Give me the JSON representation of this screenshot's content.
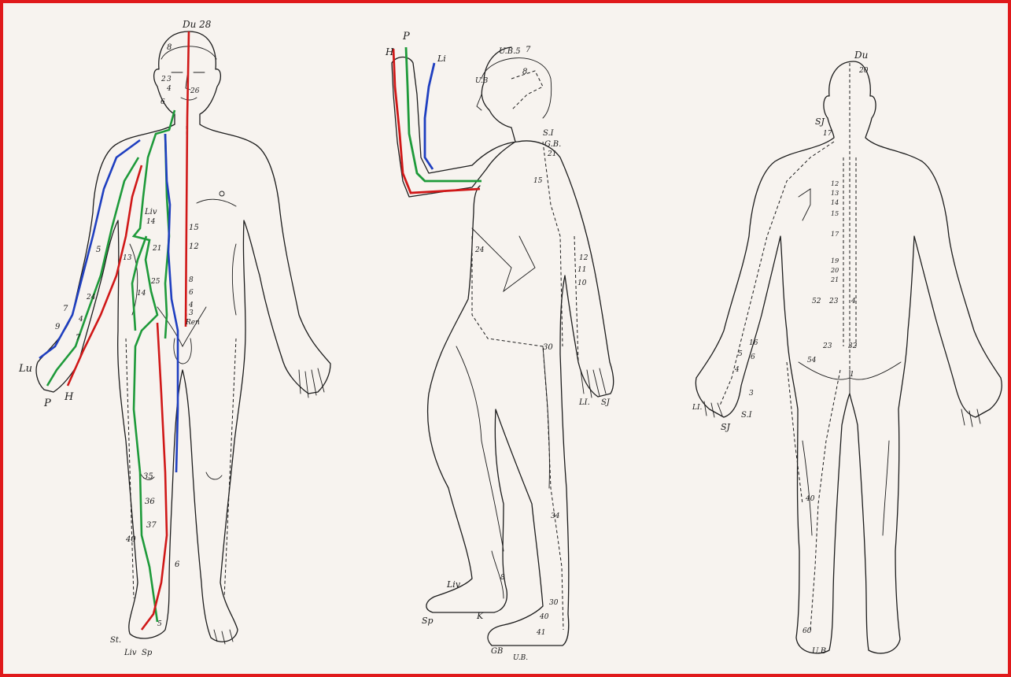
{
  "colors": {
    "border": "#e0191b",
    "paper": "#f7f3ef",
    "ink": "#1c1c1c",
    "meridian_red": "#d01818",
    "meridian_green": "#1e9a3a",
    "meridian_blue": "#1f3fc0"
  },
  "front_figure": {
    "labels": {
      "du_top": "Du 28",
      "face_8": "8",
      "face_2": "2",
      "face_3": "3",
      "face_4": "4",
      "face_6": "6",
      "face_26": "26",
      "liv": "Liv",
      "liv_14": "14",
      "lu_label": "Lu",
      "p_label": "P",
      "h_label": "H",
      "n_5": "5",
      "n_7a": "7",
      "n_9": "9",
      "n_7b": "7",
      "n_24": "24",
      "n_4": "4",
      "n_13": "13",
      "n_21": "21",
      "n_25": "25",
      "n_14b": "14",
      "ren_15": "15",
      "ren_12": "12",
      "ren_8": "8",
      "ren_6": "6",
      "ren_4": "4",
      "ren_3": "3",
      "ren": "Ren",
      "n_35": "35",
      "n_36": "36",
      "n_37": "37",
      "n_40": "40",
      "n_6": "6",
      "n_5b": "5",
      "st": "St.",
      "liv_foot": "Liv",
      "sp_foot": "Sp"
    }
  },
  "side_figure": {
    "labels": {
      "p_hand": "P",
      "h_hand": "H",
      "li_hand": "Li",
      "ub5": "U.B.5",
      "n7": "7",
      "ub_ear": "U.B",
      "n8": "8",
      "si": "S.I",
      "gb": "G.B.",
      "n21": "21",
      "n15": "15",
      "n24": "24",
      "n12": "12",
      "n11": "11",
      "n10": "10",
      "n30": "30",
      "n34": "34",
      "n8b": "8",
      "liv": "Liv",
      "sp": "Sp",
      "k": "K",
      "n30b": "30",
      "n40": "40",
      "n41": "41",
      "gb_foot": "GB",
      "ub_foot": "U.B.",
      "li_right": "LI.",
      "sj_right": "SJ"
    }
  },
  "back_figure": {
    "labels": {
      "du_top": "Du",
      "n20": "20",
      "sj": "SJ",
      "n17": "17",
      "spine_12": "12",
      "spine_13": "13",
      "spine_14": "14",
      "spine_15": "15",
      "spine_17": "17",
      "spine_19": "19",
      "spine_20": "20",
      "spine_21": "21",
      "n52": "52",
      "n23": "23",
      "n4": "4",
      "n23b": "23",
      "n32": "32",
      "n54": "54",
      "n1": "1",
      "n16": "16",
      "n5": "5",
      "n6": "6",
      "n4b": "4",
      "n3": "3",
      "li": "LI.",
      "si": "S.I",
      "sj_hand": "SJ",
      "n40": "40",
      "n60": "60",
      "ub": "U.B"
    }
  }
}
